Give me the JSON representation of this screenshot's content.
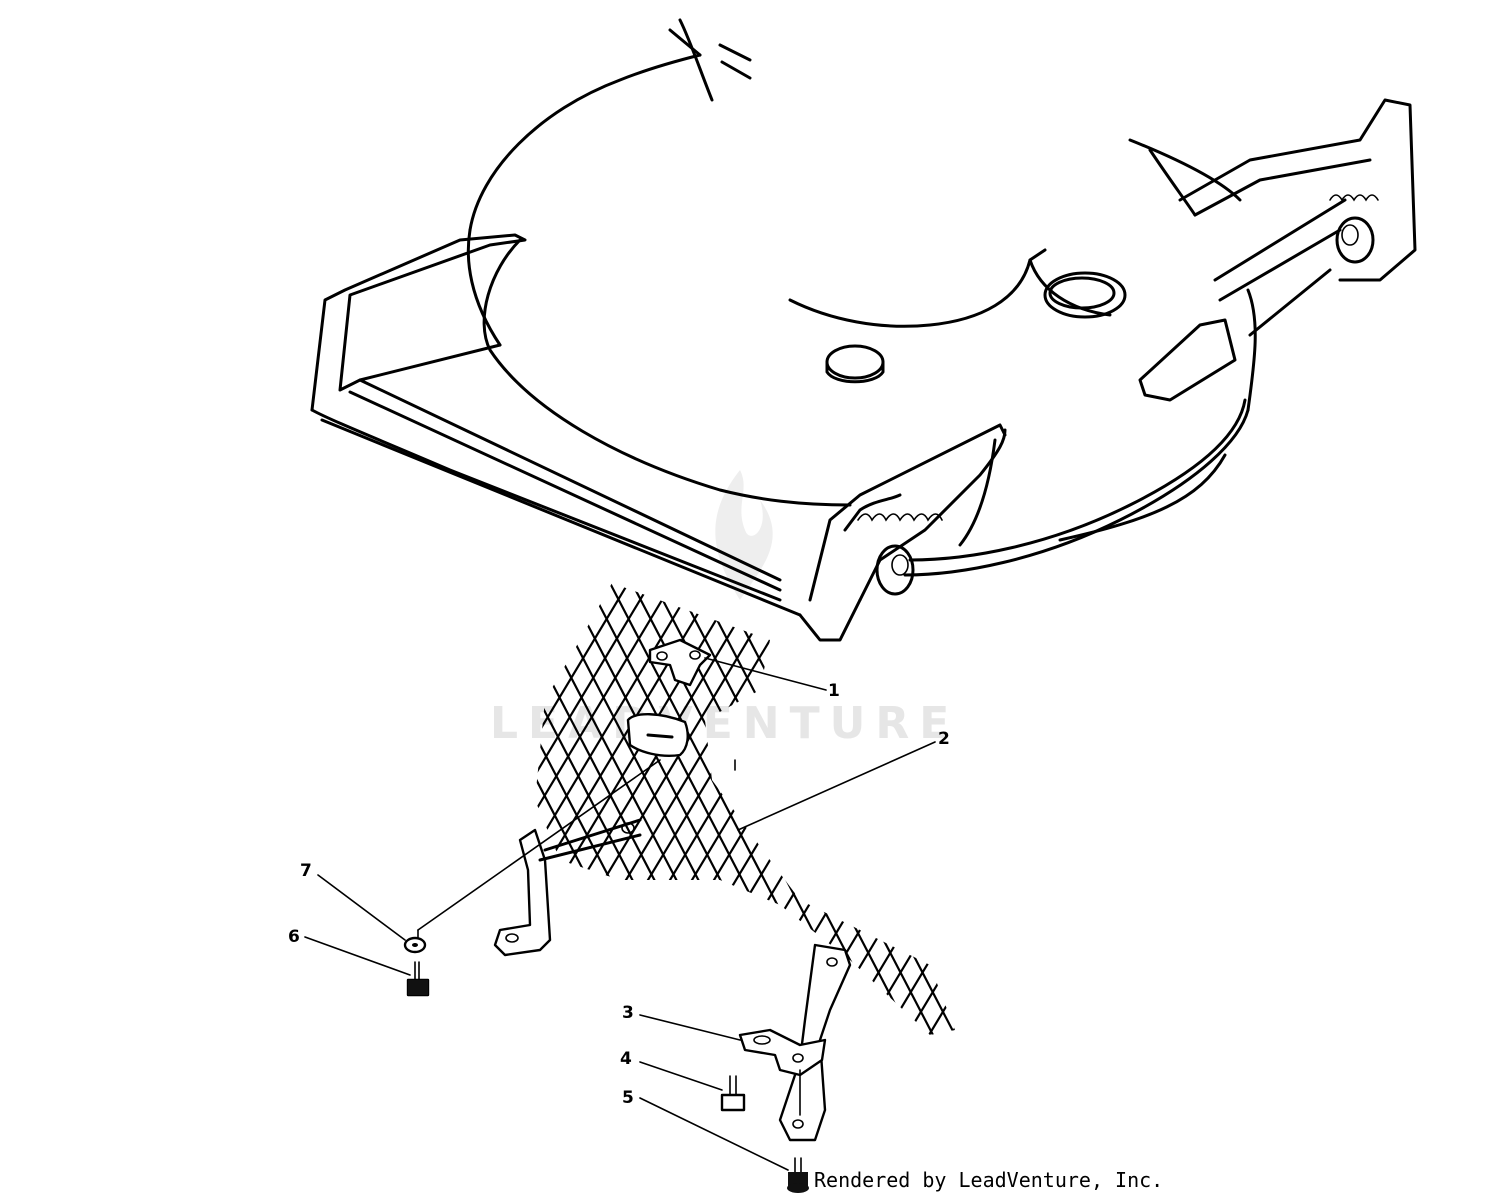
{
  "callouts": {
    "c1": "1",
    "c2": "2",
    "c3": "3",
    "c4": "4",
    "c5": "5",
    "c6": "6",
    "c7": "7"
  },
  "watermark": {
    "text": "LEADVENTURE",
    "color": "#e6e6e6"
  },
  "credit": "Rendered by LeadVenture, Inc.",
  "colors": {
    "line": "#000000",
    "background": "#ffffff"
  }
}
